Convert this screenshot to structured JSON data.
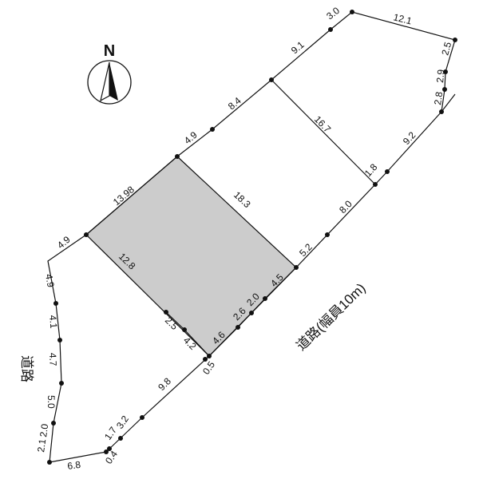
{
  "colors": {
    "line": "#111111",
    "plot_fill": "#cccccc",
    "background": "#ffffff"
  },
  "compass": {
    "label": "N",
    "icon": "north-arrow-icon"
  },
  "road_main": {
    "label": "道路(幅員10m)"
  },
  "road_side": {
    "label": "道路"
  },
  "subject_lot": {
    "highlighted": true
  },
  "dimensions": {
    "nw_top": "3.0",
    "n_top": "12.1",
    "ne_1": "2.5",
    "ne_2": "2.9",
    "ne_3": "2.8",
    "e_1": "9.2",
    "e_2": "1.8",
    "e_3": "8.0",
    "e_4": "5.2",
    "e_5": "4.5",
    "nw_1": "9.1",
    "nw_2": "8.4",
    "nw_3": "4.9",
    "div_upper": "16.7",
    "lot_top": "13.98",
    "lot_right": "18.3",
    "lot_left": "12.8",
    "w_top": "4.9",
    "w_1": "4.9",
    "w_2": "4.1",
    "w_3": "4.7",
    "w_4": "5.0",
    "w_5": "2.1",
    "w_6": "2.0",
    "bottom": "6.8",
    "bot_1": "0.4",
    "bot_2": "1.7",
    "bot_3": "3.2",
    "bot_4": "9.8",
    "bot_5": "0.5",
    "lot_b1": "2.5",
    "lot_b2": "4.2",
    "lot_b3": "4.6",
    "lot_b4": "2.6",
    "lot_b5": "2.0"
  }
}
